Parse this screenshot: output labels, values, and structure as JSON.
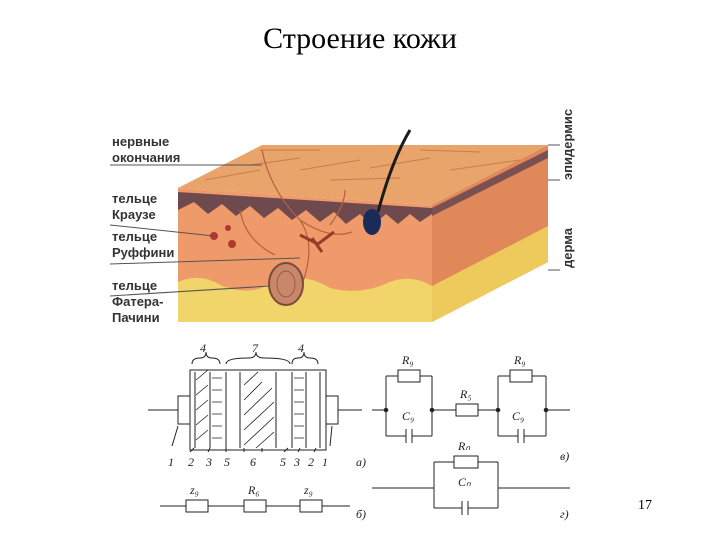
{
  "slide": {
    "title": "Строение кожи",
    "page_number": "17"
  },
  "skin_diagram": {
    "labels": {
      "nerve_endings_1": "нервные",
      "nerve_endings_2": "окончания",
      "krause_1": "тельце",
      "krause_2": "Краузе",
      "ruffini_1": "тельце",
      "ruffini_2": "Руффини",
      "pacini_1": "тельце",
      "pacini_2": "Фатера-",
      "pacini_3": "Пачини",
      "epidermis": "эпидермис",
      "dermis": "дерма"
    },
    "colors": {
      "top_surface": "#e8a46a",
      "front_dermis": "#ef9a6a",
      "epidermis_band": "#6e4a4e",
      "fat": "#f2d56a",
      "side": "#e0885a"
    }
  },
  "circuit_diagram": {
    "layer_numbers_top": [
      "4",
      "7",
      "4"
    ],
    "layer_numbers_bottom": [
      "1",
      "2",
      "3",
      "5",
      "6",
      "5",
      "3",
      "2",
      "1"
    ],
    "panel_letters": {
      "a": "а)",
      "b": "б)",
      "v": "в)",
      "g": "г)"
    },
    "component_labels": {
      "rv_left": "R₉",
      "rv_right": "R₉",
      "cv_left": "C₉",
      "cv_right": "C₉",
      "r5": "R₅",
      "rn": "Rₙ",
      "cn": "Cₙ",
      "z1": "z₉",
      "r6": "R₆",
      "z2": "z₉"
    }
  }
}
